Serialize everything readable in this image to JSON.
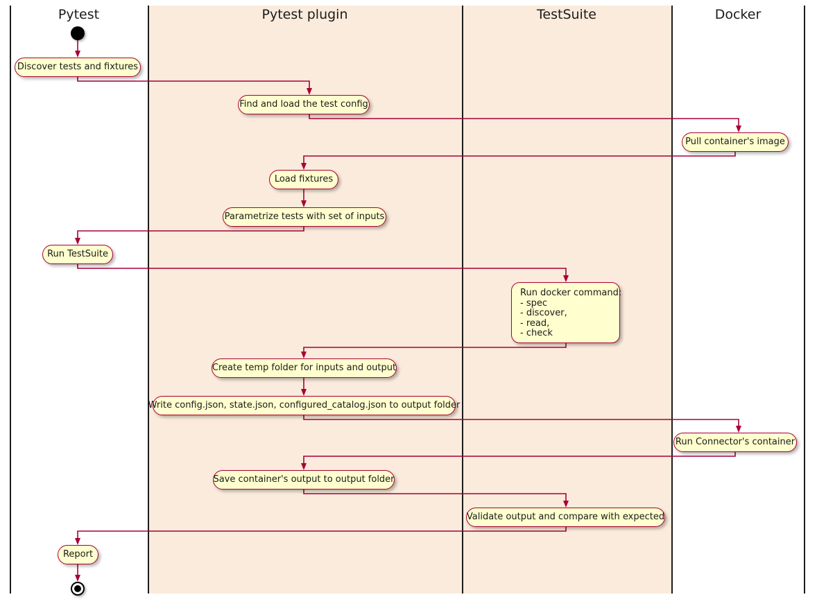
{
  "diagram": {
    "type": "activity-swimlane",
    "title": "",
    "colors": {
      "lane_tint": "#FAEBDC",
      "lane_plain": "#FFFFFF",
      "activity_fill": "#FEFECE",
      "activity_border": "#A80036",
      "connector": "#A80036",
      "separator": "#1B1B1B",
      "node": "#000000"
    }
  },
  "lanes": [
    {
      "id": "pytest",
      "label": "Pytest",
      "tinted": false
    },
    {
      "id": "pytest-plugin",
      "label": "Pytest plugin",
      "tinted": true
    },
    {
      "id": "testsuite",
      "label": "TestSuite",
      "tinted": true
    },
    {
      "id": "docker",
      "label": "Docker",
      "tinted": false
    }
  ],
  "nodes": {
    "start": {
      "kind": "start-node",
      "lane": "pytest"
    },
    "end": {
      "kind": "end-node",
      "lane": "pytest"
    }
  },
  "activities": [
    {
      "id": "a1",
      "lane": "pytest",
      "label": "Discover tests and fixtures"
    },
    {
      "id": "a2",
      "lane": "pytest-plugin",
      "label": "Find and load the test config"
    },
    {
      "id": "a3",
      "lane": "docker",
      "label": "Pull container's image"
    },
    {
      "id": "a4",
      "lane": "pytest-plugin",
      "label": "Load fixtures"
    },
    {
      "id": "a5",
      "lane": "pytest-plugin",
      "label": "Parametrize tests with set of inputs"
    },
    {
      "id": "a6",
      "lane": "pytest",
      "label": "Run TestSuite"
    },
    {
      "id": "a7",
      "lane": "testsuite",
      "label": "Run docker command:\n- spec\n- discover,\n- read,\n- check"
    },
    {
      "id": "a8",
      "lane": "pytest-plugin",
      "label": "Create temp folder for inputs and output"
    },
    {
      "id": "a9",
      "lane": "pytest-plugin",
      "label": "Write config.json, state.json, configured_catalog.json to output folder"
    },
    {
      "id": "a10",
      "lane": "docker",
      "label": "Run Connector's container"
    },
    {
      "id": "a11",
      "lane": "pytest-plugin",
      "label": "Save container's output to output folder"
    },
    {
      "id": "a12",
      "lane": "testsuite",
      "label": "Validate output and compare with expected"
    },
    {
      "id": "a13",
      "lane": "pytest",
      "label": "Report"
    }
  ],
  "flow": [
    {
      "from": "start",
      "to": "a1"
    },
    {
      "from": "a1",
      "to": "a2"
    },
    {
      "from": "a2",
      "to": "a3"
    },
    {
      "from": "a3",
      "to": "a4"
    },
    {
      "from": "a4",
      "to": "a5"
    },
    {
      "from": "a5",
      "to": "a6"
    },
    {
      "from": "a6",
      "to": "a7"
    },
    {
      "from": "a7",
      "to": "a8"
    },
    {
      "from": "a8",
      "to": "a9"
    },
    {
      "from": "a9",
      "to": "a10"
    },
    {
      "from": "a10",
      "to": "a11"
    },
    {
      "from": "a11",
      "to": "a12"
    },
    {
      "from": "a12",
      "to": "a13"
    },
    {
      "from": "a13",
      "to": "end"
    }
  ]
}
